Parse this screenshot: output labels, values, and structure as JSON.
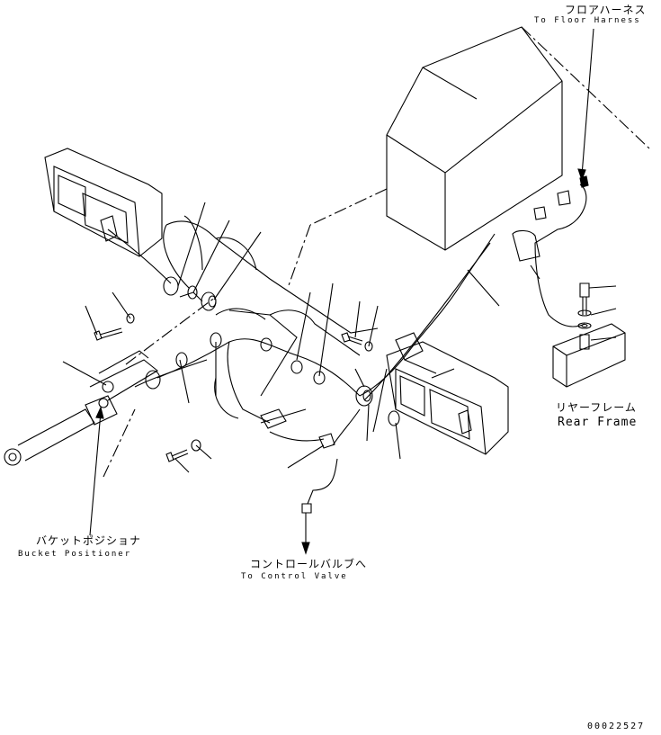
{
  "labels": {
    "floor_harness_jp": "フロアハーネス",
    "floor_harness_en": "To Floor Harness",
    "rear_frame_jp": "リヤーフレーム",
    "rear_frame_en": "Rear Frame",
    "bucket_positioner_jp": "バケットポジショナ",
    "bucket_positioner_en": "Bucket Positioner",
    "control_valve_jp": "コントロールバルブへ",
    "control_valve_en": "To Control Valve"
  },
  "drawing_number": "00022527"
}
